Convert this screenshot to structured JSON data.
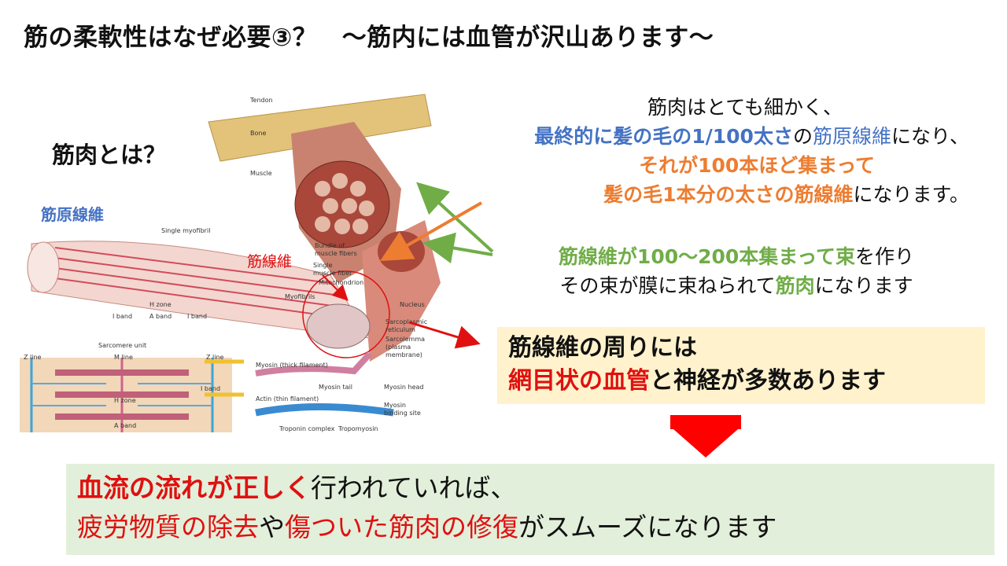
{
  "title": "筋の柔軟性はなぜ必要③？　～筋内には血管が沢山あります～",
  "question": "筋肉とは？",
  "labels": {
    "myofibril": "筋原線維",
    "muscle_fiber": "筋線維"
  },
  "diagram_labels": {
    "tendon": "Tendon",
    "bone": "Bone",
    "muscle": "Muscle",
    "bundle": "Bundle of",
    "bundle2": "muscle fibers",
    "single_fiber": "Single",
    "single_fiber2": "muscle fiber",
    "single_myofibril": "Single myofibril",
    "mitochondrion": "Mitochondrion",
    "myofibrils": "Myofibrils",
    "nucleus": "Nucleus",
    "sr": "Sarcoplasmic",
    "sr2": "reticulum",
    "sarcolemma": "Sarcolemma",
    "sarcolemma2": "(plasma",
    "sarcolemma3": "membrane)",
    "hzone": "H zone",
    "iband": "I band",
    "aband": "A band",
    "iband2": "I band",
    "sarcomere": "Sarcomere unit",
    "zline": "Z line",
    "mline": "M line",
    "zline2": "Z line",
    "iband3": "I band",
    "hzone2": "H zone",
    "aband2": "A band",
    "myosin": "Myosin (thick filament)",
    "myosin_tail": "Myosin tail",
    "myosin_head": "Myosin head",
    "actin": "Actin (thin filament)",
    "myosin_binding": "Myosin",
    "myosin_binding2": "binding site",
    "troponin": "Troponin complex",
    "tropomyosin": "Tropomyosin"
  },
  "desc": {
    "l1": "筋肉はとても細かく、",
    "l2a": "最終的に髪の毛の1/100太さ",
    "l2b": "の",
    "l2c": "筋原線維",
    "l2d": "になり、",
    "l3": "それが100本ほど集まって",
    "l4a": "髪の毛1本分の太さの筋線維",
    "l4b": "になります。",
    "l5a": "筋線維が100～200本集まって束",
    "l5b": "を作り",
    "l6a": "その束が膜に束ねられて",
    "l6b": "筋肉",
    "l6c": "になります"
  },
  "box1": {
    "l1": "筋線維の周りには",
    "l2a": "網目状の血管",
    "l2b": "と神経が多数あります"
  },
  "box2": {
    "l1a": "血流の流れが正しく",
    "l1b": "行われていれば、",
    "l2a": "疲労物質の除去",
    "l2b": "や",
    "l2c": "傷ついた筋肉の修復",
    "l2d": "がスムーズになります"
  },
  "colors": {
    "blue": "#4472c4",
    "orange": "#ed7d31",
    "green": "#70ad47",
    "red": "#e01010",
    "yellow_box": "#fff2cc",
    "green_box": "#e2efda",
    "arrow_red": "#ff0000"
  }
}
